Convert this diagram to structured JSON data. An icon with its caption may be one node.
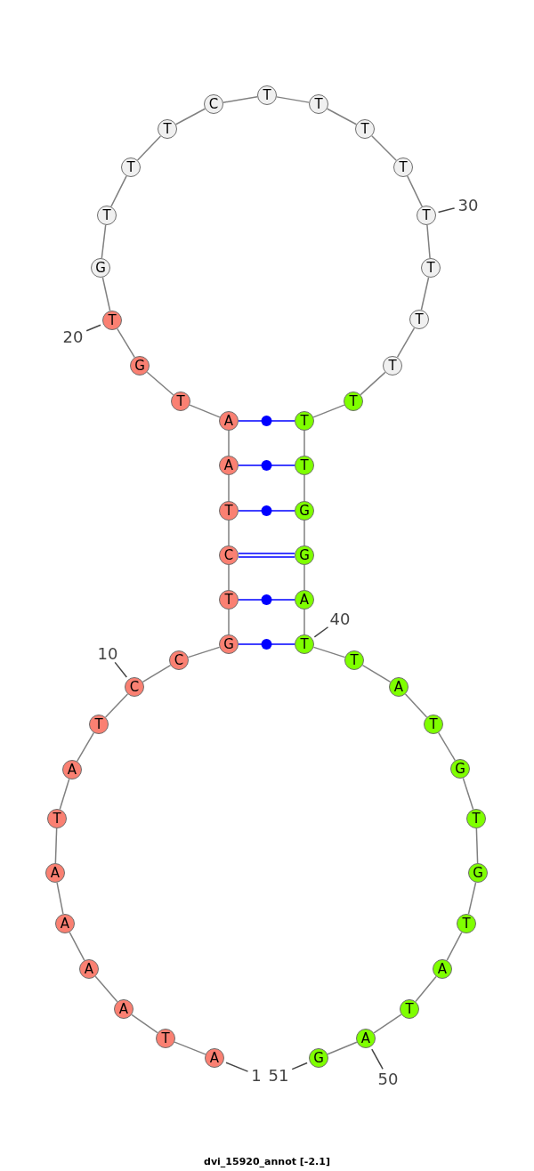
{
  "diagram": {
    "caption": "dvi_15920_annot [-2.1]",
    "nodes": [
      {
        "text": [
          "A"
        ]
      },
      {
        "text": [
          "T"
        ]
      },
      {
        "text": [
          "A"
        ]
      },
      {
        "text": [
          "A"
        ]
      },
      {
        "text": [
          "A"
        ]
      },
      {
        "text": [
          "A"
        ]
      },
      {
        "text": [
          "T"
        ]
      },
      {
        "text": [
          "A"
        ]
      },
      {
        "text": [
          "T"
        ]
      },
      {
        "text": [
          "C"
        ]
      },
      {
        "text": [
          "C"
        ]
      },
      {
        "text": [
          "G"
        ]
      },
      {
        "text": [
          "T"
        ]
      },
      {
        "text": [
          "C"
        ]
      },
      {
        "text": [
          "T"
        ]
      },
      {
        "text": [
          "A"
        ]
      },
      {
        "text": [
          "A"
        ]
      },
      {
        "text": [
          "T"
        ]
      },
      {
        "text": [
          "G"
        ]
      },
      {
        "text": [
          "T"
        ]
      },
      {
        "text": [
          "G"
        ]
      },
      {
        "text": [
          "T"
        ]
      },
      {
        "text": [
          "T"
        ]
      },
      {
        "text": [
          "T"
        ]
      },
      {
        "text": [
          "C"
        ]
      },
      {
        "text": [
          "T"
        ]
      },
      {
        "text": [
          "T"
        ]
      },
      {
        "text": [
          "T"
        ]
      },
      {
        "text": [
          "T"
        ]
      },
      {
        "text": [
          "T"
        ]
      },
      {
        "text": [
          "T"
        ]
      },
      {
        "text": [
          "T"
        ]
      },
      {
        "text": [
          "T"
        ]
      },
      {
        "text": [
          "T"
        ]
      },
      {
        "text": [
          "T"
        ]
      },
      {
        "text": [
          "T"
        ]
      },
      {
        "text": [
          "G"
        ]
      },
      {
        "text": [
          "G"
        ]
      },
      {
        "text": [
          "A"
        ]
      },
      {
        "text": [
          "T"
        ]
      },
      {
        "text": [
          "T"
        ]
      },
      {
        "text": [
          "A"
        ]
      },
      {
        "text": [
          "T"
        ]
      },
      {
        "text": [
          "G"
        ]
      },
      {
        "text": [
          "T"
        ]
      },
      {
        "text": [
          "G"
        ]
      },
      {
        "text": [
          "T"
        ]
      },
      {
        "text": [
          "A"
        ]
      },
      {
        "text": [
          "T"
        ]
      },
      {
        "text": [
          "A"
        ]
      },
      {
        "text": [
          "G"
        ]
      },
      {
        "text": [
          "1"
        ]
      },
      {
        "text": [
          "51"
        ]
      },
      {
        "text": [
          "10"
        ]
      },
      {
        "text": [
          "20"
        ]
      },
      {
        "text": [
          "30"
        ]
      },
      {
        "text": [
          "40"
        ]
      },
      {
        "text": [
          "50"
        ]
      }
    ],
    "edges": [
      {
        "from": 0,
        "to": 1,
        "arrow": "none"
      },
      {
        "from": 1,
        "to": 2,
        "arrow": "none"
      },
      {
        "from": 2,
        "to": 3,
        "arrow": "none"
      },
      {
        "from": 3,
        "to": 4,
        "arrow": "none"
      },
      {
        "from": 4,
        "to": 5,
        "arrow": "none"
      },
      {
        "from": 5,
        "to": 6,
        "arrow": "none"
      },
      {
        "from": 6,
        "to": 7,
        "arrow": "none"
      },
      {
        "from": 7,
        "to": 8,
        "arrow": "none"
      },
      {
        "from": 8,
        "to": 9,
        "arrow": "none"
      },
      {
        "from": 9,
        "to": 10,
        "arrow": "none"
      },
      {
        "from": 10,
        "to": 11,
        "arrow": "none"
      },
      {
        "from": 11,
        "to": 12,
        "arrow": "none"
      },
      {
        "from": 12,
        "to": 13,
        "arrow": "none"
      },
      {
        "from": 13,
        "to": 14,
        "arrow": "none"
      },
      {
        "from": 14,
        "to": 15,
        "arrow": "none"
      },
      {
        "from": 15,
        "to": 16,
        "arrow": "none"
      },
      {
        "from": 16,
        "to": 17,
        "arrow": "none"
      },
      {
        "from": 17,
        "to": 18,
        "arrow": "none"
      },
      {
        "from": 18,
        "to": 19,
        "arrow": "none"
      },
      {
        "from": 19,
        "to": 20,
        "arrow": "none"
      },
      {
        "from": 20,
        "to": 21,
        "arrow": "none"
      },
      {
        "from": 21,
        "to": 22,
        "arrow": "none"
      },
      {
        "from": 22,
        "to": 23,
        "arrow": "none"
      },
      {
        "from": 23,
        "to": 24,
        "arrow": "none"
      },
      {
        "from": 24,
        "to": 25,
        "arrow": "none"
      },
      {
        "from": 25,
        "to": 26,
        "arrow": "none"
      },
      {
        "from": 26,
        "to": 27,
        "arrow": "none"
      },
      {
        "from": 27,
        "to": 28,
        "arrow": "none"
      },
      {
        "from": 28,
        "to": 29,
        "arrow": "none"
      },
      {
        "from": 29,
        "to": 30,
        "arrow": "none"
      },
      {
        "from": 30,
        "to": 31,
        "arrow": "none"
      },
      {
        "from": 31,
        "to": 32,
        "arrow": "none"
      },
      {
        "from": 32,
        "to": 33,
        "arrow": "none"
      },
      {
        "from": 33,
        "to": 34,
        "arrow": "none"
      },
      {
        "from": 34,
        "to": 35,
        "arrow": "none"
      },
      {
        "from": 35,
        "to": 36,
        "arrow": "none"
      },
      {
        "from": 36,
        "to": 37,
        "arrow": "none"
      },
      {
        "from": 37,
        "to": 38,
        "arrow": "none"
      },
      {
        "from": 38,
        "to": 39,
        "arrow": "none"
      },
      {
        "from": 39,
        "to": 40,
        "arrow": "none"
      },
      {
        "from": 40,
        "to": 41,
        "arrow": "none"
      },
      {
        "from": 41,
        "to": 42,
        "arrow": "none"
      },
      {
        "from": 42,
        "to": 43,
        "arrow": "none"
      },
      {
        "from": 43,
        "to": 44,
        "arrow": "none"
      },
      {
        "from": 44,
        "to": 45,
        "arrow": "none"
      },
      {
        "from": 45,
        "to": 46,
        "arrow": "none"
      },
      {
        "from": 46,
        "to": 47,
        "arrow": "none"
      },
      {
        "from": 47,
        "to": 48,
        "arrow": "none"
      },
      {
        "from": 48,
        "to": 49,
        "arrow": "none"
      },
      {
        "from": 49,
        "to": 50,
        "arrow": "none"
      },
      {
        "from": 11,
        "to": 39,
        "arrow": "none",
        "color": "#0000ff"
      },
      {
        "from": 12,
        "to": 38,
        "arrow": "none",
        "color": "#0000ff"
      },
      {
        "from": 13,
        "to": 37,
        "arrow": "none",
        "color": "#0000ff"
      },
      {
        "from": 14,
        "to": 36,
        "arrow": "none",
        "color": "#0000ff"
      },
      {
        "from": 15,
        "to": 35,
        "arrow": "none",
        "color": "#0000ff"
      },
      {
        "from": 16,
        "to": 34,
        "arrow": "none",
        "color": "#0000ff"
      },
      {
        "from": 51,
        "to": 0,
        "arrow": "none"
      },
      {
        "from": 52,
        "to": 50,
        "arrow": "none"
      },
      {
        "from": 53,
        "to": 9,
        "arrow": "none"
      },
      {
        "from": 54,
        "to": 19,
        "arrow": "none"
      },
      {
        "from": 55,
        "to": 29,
        "arrow": "none"
      },
      {
        "from": 56,
        "to": 39,
        "arrow": "none"
      },
      {
        "from": 57,
        "to": 49,
        "arrow": "none"
      }
    ]
  }
}
